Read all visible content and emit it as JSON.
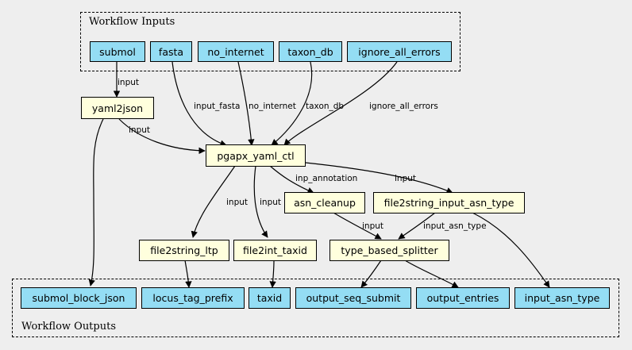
{
  "clusters": {
    "inputs_title": "Workflow Inputs",
    "outputs_title": "Workflow Outputs"
  },
  "inputs": [
    "submol",
    "fasta",
    "no_internet",
    "taxon_db",
    "ignore_all_errors"
  ],
  "steps": {
    "yaml2json": "yaml2json",
    "pgapx_yaml_ctl": "pgapx_yaml_ctl",
    "asn_cleanup": "asn_cleanup",
    "file2string_input_asn_type": "file2string_input_asn_type",
    "file2string_ltp": "file2string_ltp",
    "file2int_taxid": "file2int_taxid",
    "type_based_splitter": "type_based_splitter"
  },
  "outputs": [
    "submol_block_json",
    "locus_tag_prefix",
    "taxid",
    "output_seq_submit",
    "output_entries",
    "input_asn_type"
  ],
  "edge_labels": {
    "submol_input": "input",
    "fasta": "input_fasta",
    "no_internet": "no_internet",
    "taxon_db": "taxon_db",
    "ignore_all_errors": "ignore_all_errors",
    "yaml_input": "input",
    "inp_annotation": "inp_annotation",
    "pgapx_input_right": "input",
    "pgapx_input_ltp": "input",
    "pgapx_input_taxid": "input",
    "asn_input": "input",
    "input_asn_type": "input_asn_type"
  },
  "colors": {
    "io_fill": "#94ddf4",
    "step_fill": "#ffffdd",
    "background": "#eeeeee",
    "stroke": "#000000"
  }
}
